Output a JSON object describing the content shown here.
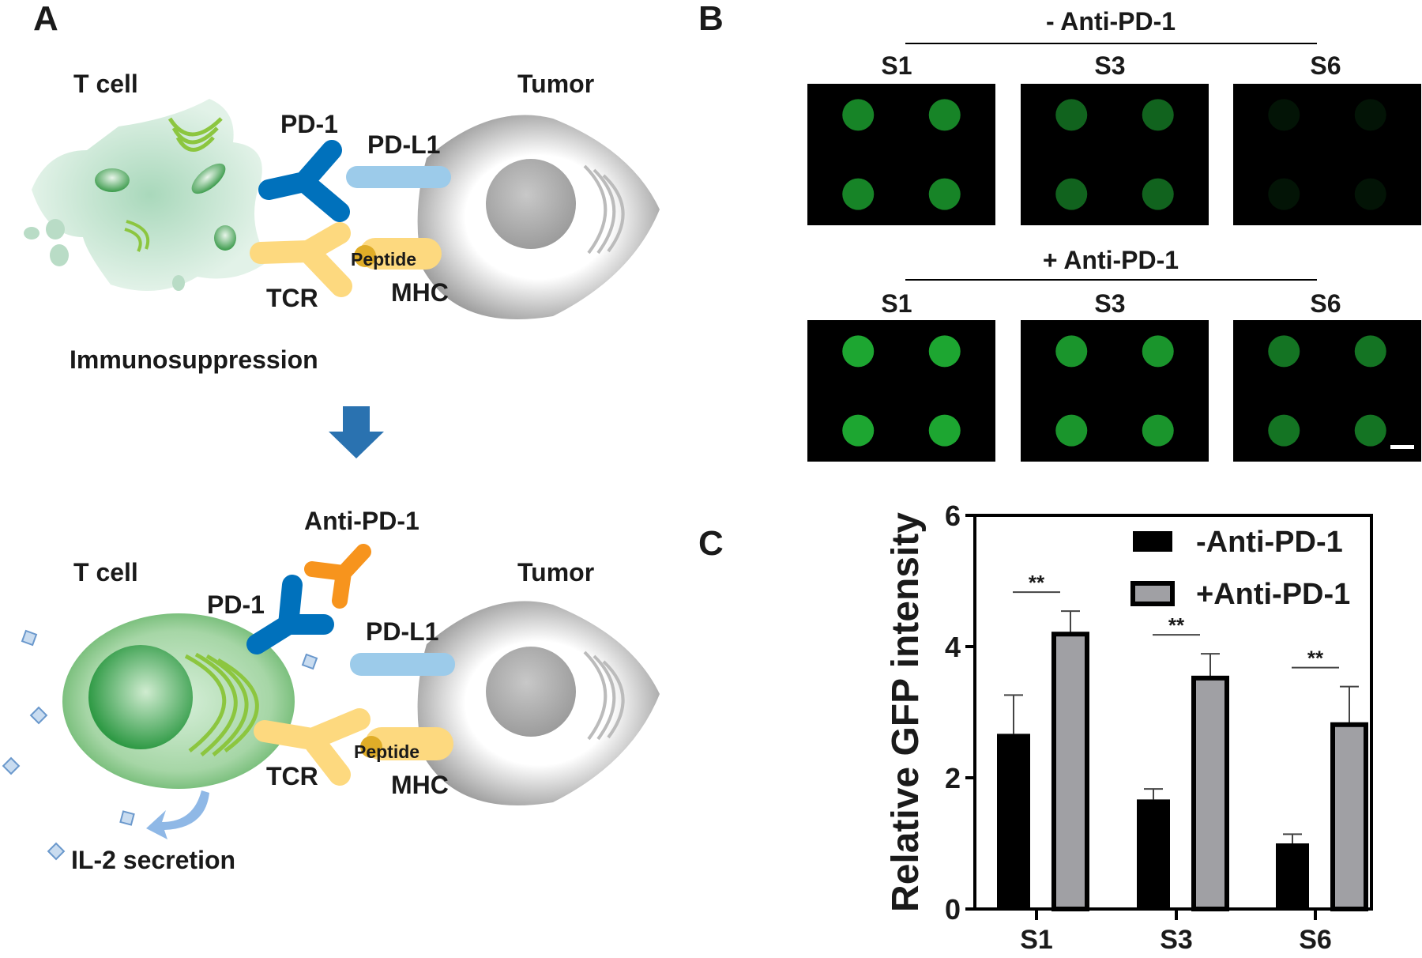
{
  "panel_labels": {
    "a": "A",
    "b": "B",
    "c": "C"
  },
  "panel_a": {
    "top": {
      "t_cell": "T cell",
      "tumor": "Tumor",
      "pd1": "PD-1",
      "pdl1": "PD-L1",
      "peptide": "Peptide",
      "tcr": "TCR",
      "mhc": "MHC",
      "caption": "Immunosuppression"
    },
    "bottom": {
      "anti_pd1": "Anti-PD-1",
      "t_cell": "T cell",
      "tumor": "Tumor",
      "pd1": "PD-1",
      "pdl1": "PD-L1",
      "peptide": "Peptide",
      "tcr": "TCR",
      "mhc": "MHC",
      "caption": "IL-2 secretion"
    },
    "colors": {
      "pd1": "#0071bc",
      "pdl1": "#9ccbea",
      "tcr": "#fdd97f",
      "anti_pd1": "#f7941d",
      "arrow": "#2a72b0",
      "tcell": "#dff0e6"
    }
  },
  "panel_b": {
    "groups": [
      {
        "title": "- Anti-PD-1",
        "samples": [
          "S1",
          "S3",
          "S6"
        ],
        "brightness": [
          0.8,
          0.6,
          0.12
        ]
      },
      {
        "title": "+ Anti-PD-1",
        "samples": [
          "S1",
          "S3",
          "S6"
        ],
        "brightness": [
          1.0,
          0.9,
          0.7
        ]
      }
    ]
  },
  "chart_data": {
    "type": "bar",
    "categories": [
      "S1",
      "S3",
      "S6"
    ],
    "series": [
      {
        "name": "-Anti-PD-1",
        "values": [
          2.67,
          1.67,
          1.0
        ],
        "error": [
          0.59,
          0.16,
          0.14
        ],
        "color": "#000000"
      },
      {
        "name": "+Anti-PD-1",
        "values": [
          4.19,
          3.52,
          2.81
        ],
        "error": [
          0.35,
          0.37,
          0.58
        ],
        "color": "#a0a0a4"
      }
    ],
    "significance": [
      "**",
      "**",
      "**"
    ],
    "ylabel": "Relative GFP intensity",
    "xlabel": "",
    "ylim": [
      0,
      6
    ],
    "yticks": [
      "0",
      "2",
      "4",
      "6"
    ],
    "legend": "top-right",
    "grid": false
  }
}
